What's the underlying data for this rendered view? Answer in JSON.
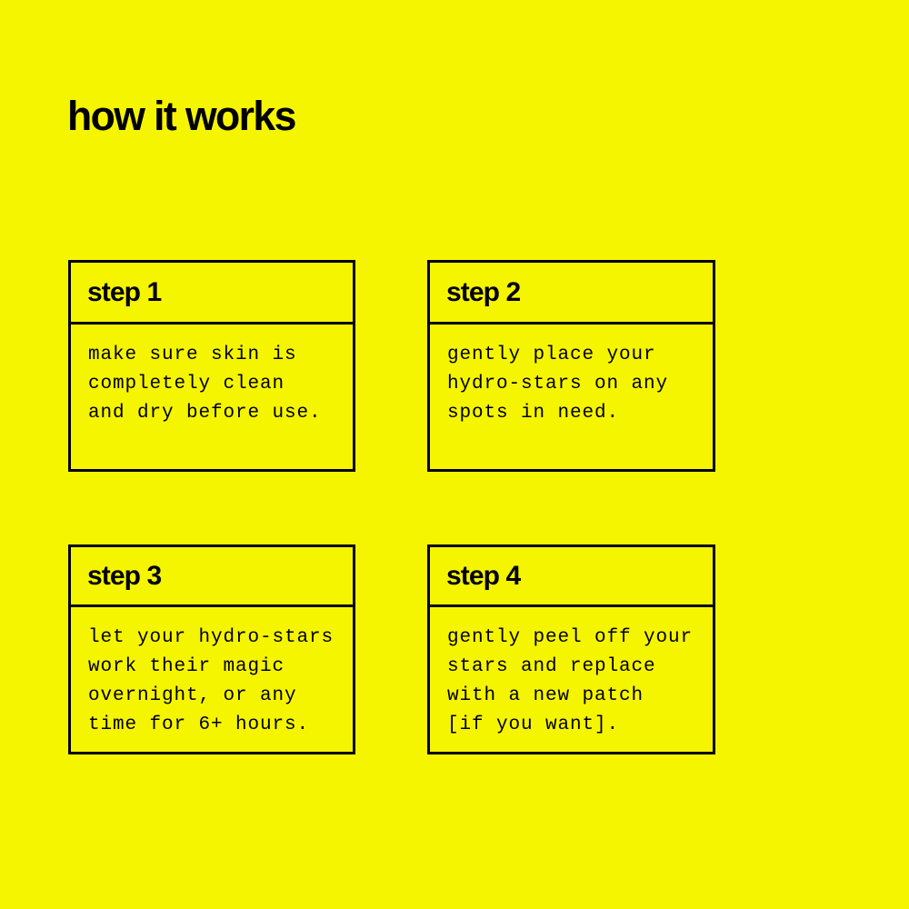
{
  "page": {
    "title": "how it works",
    "background_color": "#f6f500",
    "ink_color": "#000000"
  },
  "steps": [
    {
      "title": "step 1",
      "text": "make sure skin is\ncompletely clean\nand dry before use."
    },
    {
      "title": "step 2",
      "text": "gently place your\nhydro-stars on any\nspots in need."
    },
    {
      "title": "step 3",
      "text": "let your hydro-stars\nwork their magic\novernight, or any\ntime for 6+ hours."
    },
    {
      "title": "step 4",
      "text": "gently peel off your\nstars and replace\nwith a new patch\n[if you want]."
    }
  ]
}
